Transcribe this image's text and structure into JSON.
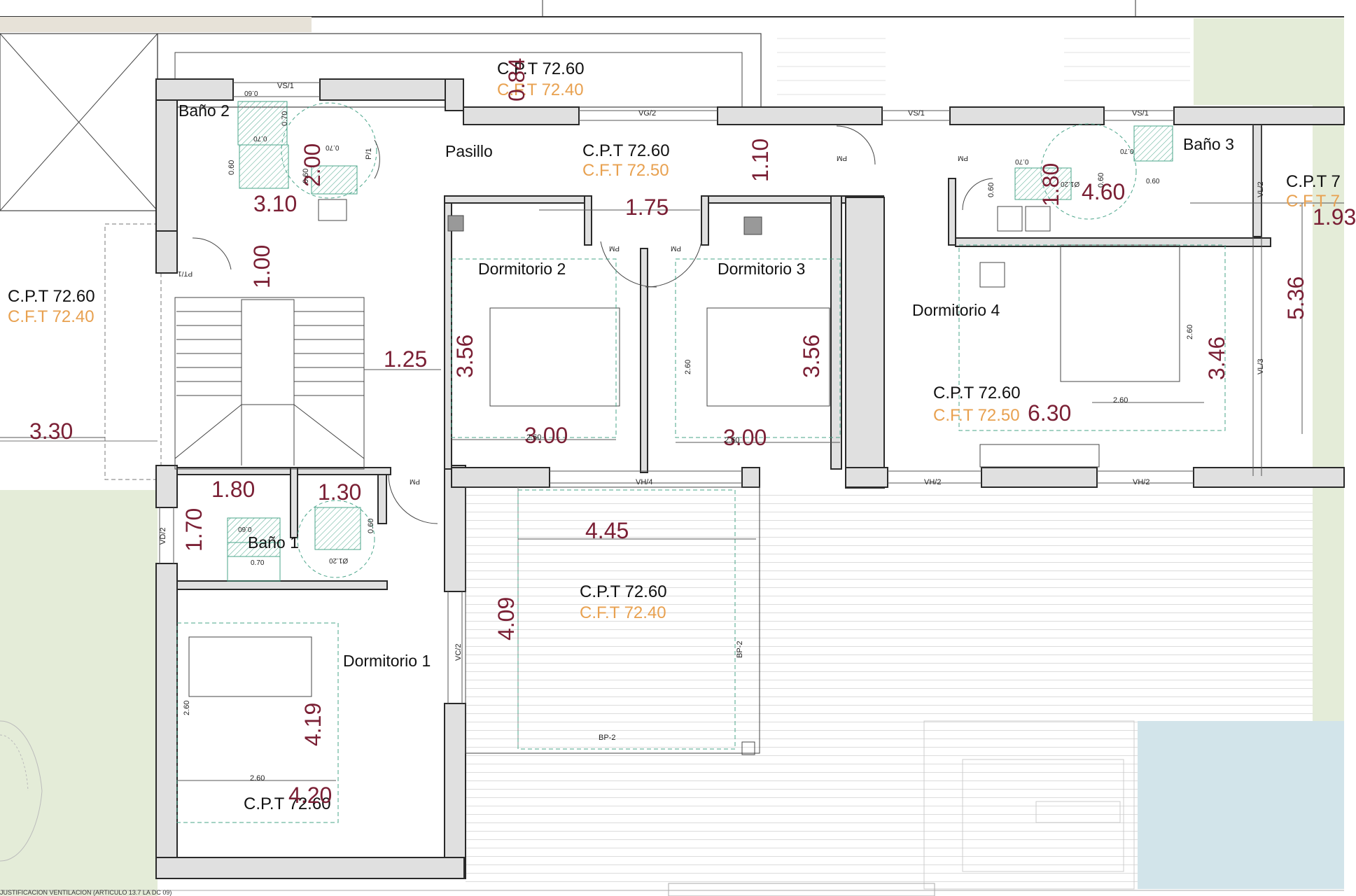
{
  "rooms": {
    "bano2": "Baño 2",
    "pasillo": "Pasillo",
    "dormitorio2": "Dormitorio 2",
    "dormitorio3": "Dormitorio 3",
    "dormitorio4": "Dormitorio 4",
    "bano3": "Baño 3",
    "bano1": "Baño 1",
    "dormitorio1": "Dormitorio 1"
  },
  "levels": {
    "top_cpt": "C.P.T 72.60",
    "top_cft": "C.F.T 72.40",
    "pasillo_cpt": "C.P.T 72.60",
    "pasillo_cft": "C.F.T 72.50",
    "left_cpt": "C.P.T 72.60",
    "left_cft": "C.F.T 72.40",
    "d4_cpt": "C.P.T 72.60",
    "d4_cft": "C.F.T 72.50",
    "right_cpt": "C.P.T 7",
    "right_cft": "C.F.T 7",
    "terrace_cpt": "C.P.T 72.60",
    "terrace_cft": "C.F.T 72.40",
    "d1_cpt": "C.P.T 72.60"
  },
  "dimensions": {
    "d_0_84": "0.84",
    "d_2_00": "2.00",
    "d_3_10": "3.10",
    "d_1_10": "1.10",
    "d_1_75": "1.75",
    "d_1_80_top": "1.80",
    "d_4_60": "4.60",
    "d_1_93": "1.93",
    "d_1_00": "1.00",
    "d_5_36": "5.36",
    "d_1_25": "1.25",
    "d_3_56_a": "3.56",
    "d_3_56_b": "3.56",
    "d_3_46": "3.46",
    "d_6_30": "6.30",
    "d_3_30": "3.30",
    "d_3_00_a": "3.00",
    "d_3_00_b": "3.00",
    "d_1_80_b1": "1.80",
    "d_1_30": "1.30",
    "d_1_70": "1.70",
    "d_4_45": "4.45",
    "d_4_09": "4.09",
    "d_4_19": "4.19",
    "d_4_20": "4.20"
  },
  "small_labels": {
    "vs1_a": "VS/1",
    "vs1_b": "VS/1",
    "vs1_c": "VS/1",
    "vg2": "VG/2",
    "vh4": "VH/4",
    "vh2_a": "VH/2",
    "vh2_b": "VH/2",
    "vd2": "VD/2",
    "vc2": "VC/2",
    "vl2": "VL/2",
    "vl3": "VL/3",
    "bp2_a": "BP-2",
    "bp2_b": "BP-2",
    "p1": "P/1",
    "pt1": "PT/1",
    "pm_a": "PM",
    "pm_b": "PM",
    "pm_c": "PM",
    "pm_d": "PM",
    "pm_e": "PM",
    "pi_1": "P/1",
    "s_060_a": "0.60",
    "s_070_a": "0.70",
    "s_070_b": "0.70",
    "s_060_b": "0.60",
    "s_060_c": "0.60",
    "s_070_c": "0.70",
    "s_060_d": "0.60",
    "s_070_d": "0.70",
    "s_120": "Ø1.20",
    "s_060_e": "0.60",
    "s_260_a": "2.60",
    "s_260_b": "2.60",
    "s_260_c": "2.60",
    "s_260_d": "2.60",
    "s_260_e": "2.60",
    "s_260_f": "2.60",
    "s_260_g": "2.60",
    "s_060_f": "0.60",
    "s_070_f": "0.70",
    "s_060_g": "0.60",
    "s_070_g": "0.70",
    "s_120_b": "Ø1.20",
    "s_060_h": "0.60"
  },
  "footer": {
    "left": "JUSTIFICACION VENTILACION (ARTICULO 13.7 LA DC 09)"
  },
  "colors": {
    "wall": "#e0e0e0",
    "wall_stroke": "#2a2a2a",
    "dimension": "#7a1f34",
    "cft": "#e8a150",
    "fixture_hatch": "#4aa58a",
    "grass": "#e4ecd8",
    "pool": "#d2e4ea"
  }
}
